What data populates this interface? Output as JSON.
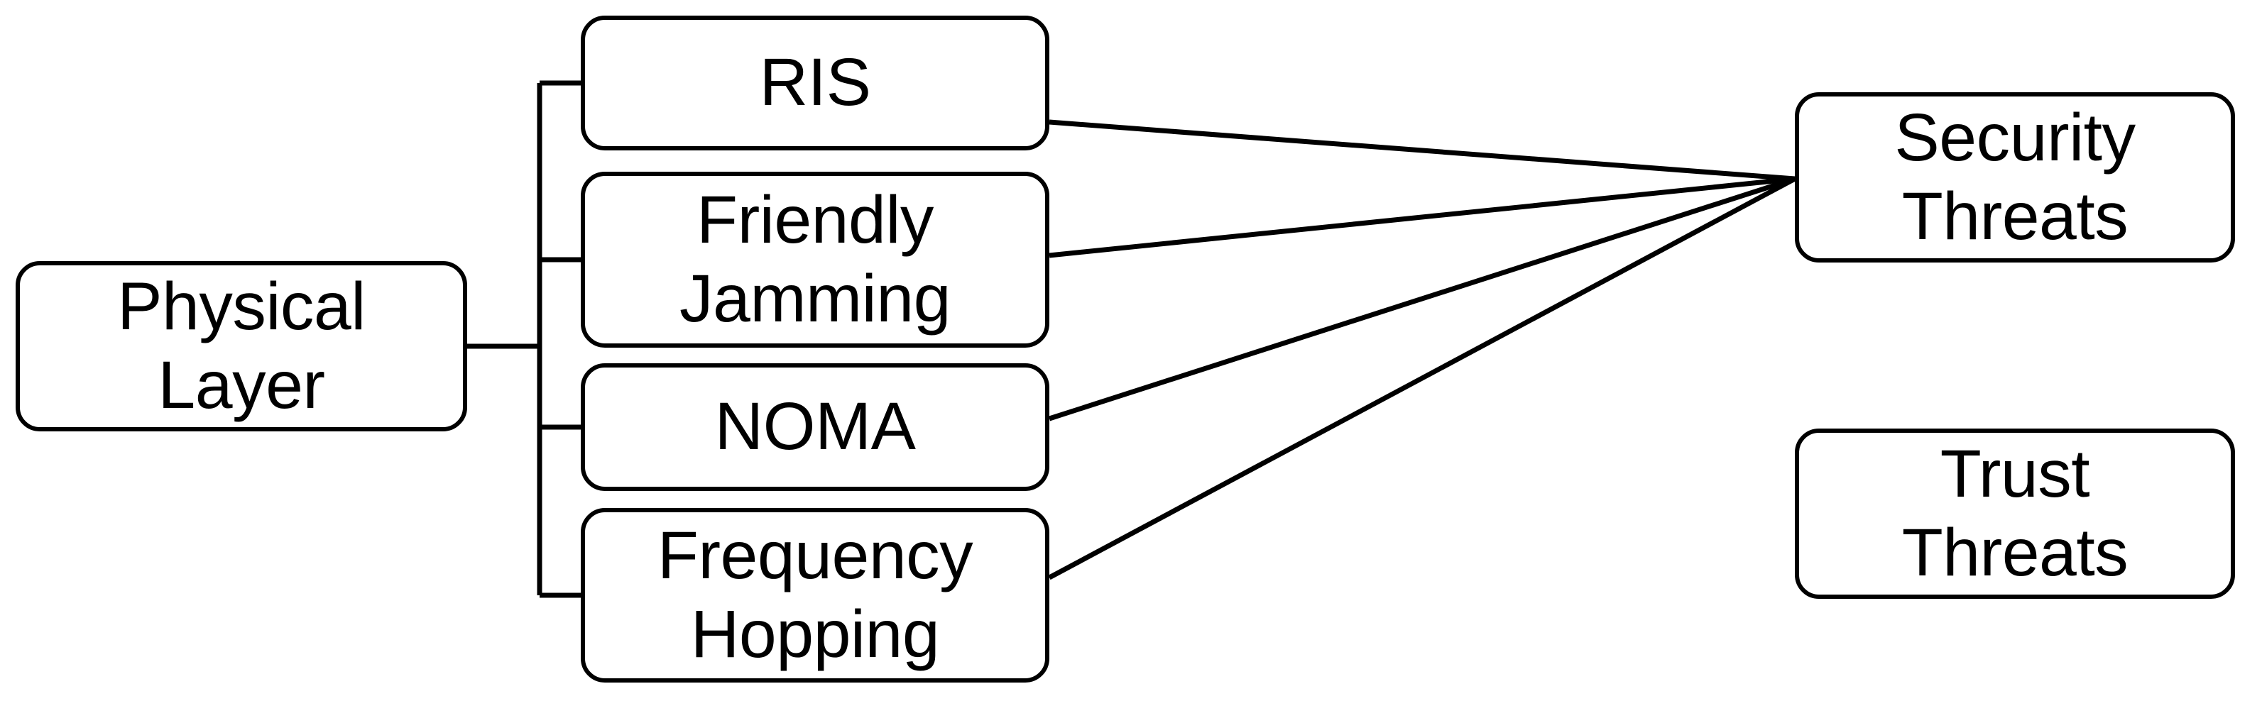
{
  "diagram": {
    "type": "tree-bracket-flow",
    "background_color": "#ffffff",
    "stroke_color": "#000000",
    "nodes": {
      "physical_layer": {
        "label": "Physical\nLayer"
      },
      "ris": {
        "label": "RIS"
      },
      "friendly_jamming": {
        "label": "Friendly\nJamming"
      },
      "noma": {
        "label": "NOMA"
      },
      "frequency_hopping": {
        "label": "Frequency\nHopping"
      },
      "security_threats": {
        "label": "Security\nThreats"
      },
      "trust_threats": {
        "label": "Trust\nThreats"
      }
    },
    "edges": [
      {
        "from": "physical_layer",
        "to": "ris",
        "style": "orthogonal-bracket"
      },
      {
        "from": "physical_layer",
        "to": "friendly_jamming",
        "style": "orthogonal-bracket"
      },
      {
        "from": "physical_layer",
        "to": "noma",
        "style": "orthogonal-bracket"
      },
      {
        "from": "physical_layer",
        "to": "frequency_hopping",
        "style": "orthogonal-bracket"
      },
      {
        "from": "ris",
        "to": "security_threats",
        "style": "straight"
      },
      {
        "from": "friendly_jamming",
        "to": "security_threats",
        "style": "straight"
      },
      {
        "from": "noma",
        "to": "security_threats",
        "style": "straight"
      },
      {
        "from": "frequency_hopping",
        "to": "security_threats",
        "style": "straight"
      }
    ]
  }
}
